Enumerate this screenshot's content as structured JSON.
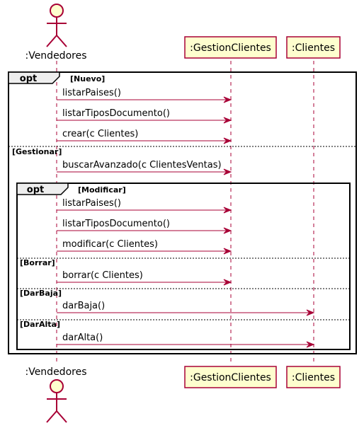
{
  "participants": {
    "actor": ":Vendedores",
    "gestion": ":GestionClientes",
    "clientes": ":Clientes"
  },
  "fragments": {
    "outer_operator": "opt",
    "outer_guard_1": "[Nuevo]",
    "outer_guard_2": "[Gestionar]",
    "inner_operator": "opt",
    "inner_guard_1": "[Modificar]",
    "inner_guard_2": "[Borrar]",
    "inner_guard_3": "[DarBaja]",
    "inner_guard_4": "[DarAlta]"
  },
  "messages": [
    {
      "label": "listarPaises()",
      "to": "gestion"
    },
    {
      "label": "listarTiposDocumento()",
      "to": "gestion"
    },
    {
      "label": "crear(c Clientes)",
      "to": "gestion"
    },
    {
      "label": "buscarAvanzado(c ClientesVentas)",
      "to": "gestion"
    },
    {
      "label": "listarPaises()",
      "to": "gestion"
    },
    {
      "label": "listarTiposDocumento()",
      "to": "gestion"
    },
    {
      "label": "modificar(c Clientes)",
      "to": "gestion"
    },
    {
      "label": "borrar(c Clientes)",
      "to": "gestion"
    },
    {
      "label": "darBaja()",
      "to": "clientes"
    },
    {
      "label": "darAlta()",
      "to": "clientes"
    }
  ],
  "colors": {
    "line": "#a80036",
    "participant_fill": "#fefece",
    "frame": "#000000",
    "guard_line": "#777777"
  }
}
